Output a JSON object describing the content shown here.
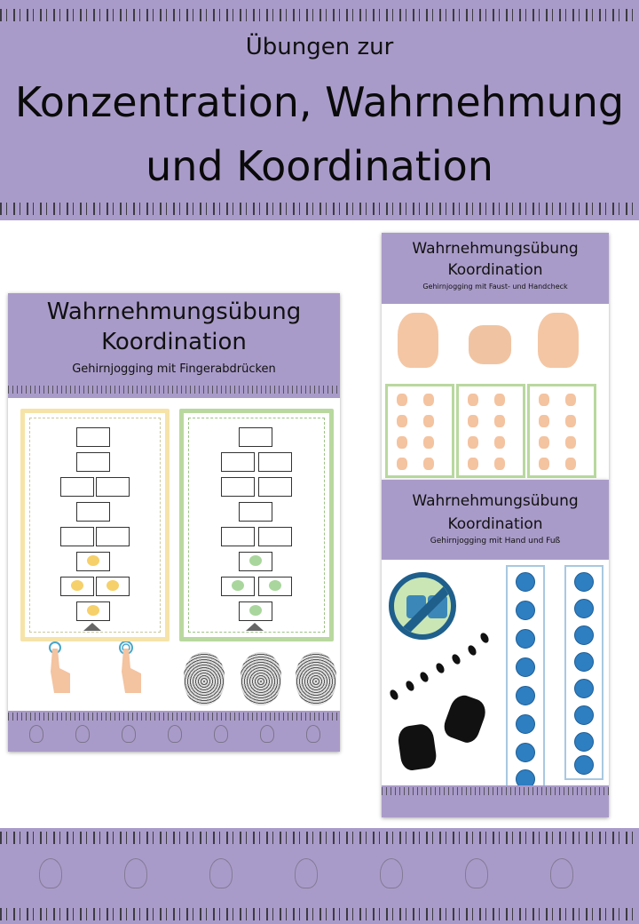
{
  "header": {
    "subtitle": "Übungen zur",
    "title_line1": "Konzentration, Wahrnehmung",
    "title_line2": "und Koordination"
  },
  "card_left": {
    "title_line1": "Wahrnehmungsübung",
    "title_line2": "Koordination",
    "subtitle": "Gehirnjogging mit Fingerabdrücken"
  },
  "card_right_top": {
    "title_line1": "Wahrnehmungsübung",
    "title_line2": "Koordination",
    "subtitle": "Gehirnjogging mit Faust- und Handcheck"
  },
  "card_right_bottom": {
    "title_line1": "Wahrnehmungsübung",
    "title_line2": "Koordination",
    "subtitle": "Gehirnjogging mit Hand und Fuß"
  },
  "colors": {
    "band_purple": "#a99bc9",
    "frame_yellow": "#f6e3a8",
    "frame_green": "#b9d89f",
    "dot_blue": "#2e7ec2"
  },
  "icons": [
    "lightbulb-icon",
    "fingerprint-icon",
    "finger-icon",
    "hand-icon",
    "fist-icon",
    "footprint-icon",
    "glove-icon",
    "no-feet-sign-icon"
  ]
}
